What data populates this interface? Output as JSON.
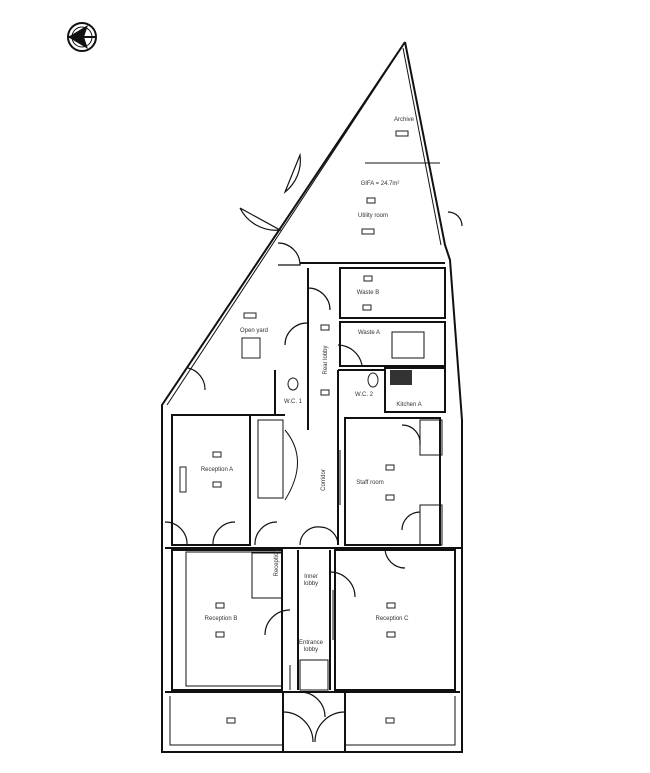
{
  "plan": {
    "gifa": "GIFA = 24.7m²",
    "rooms": {
      "archive": "Archive",
      "utility_room": "Utility room",
      "waste_b": "Waste B",
      "waste_a": "Waste A",
      "open_yard": "Open yard",
      "rear_lobby": "Rear lobby",
      "wc1": "W.C. 1",
      "wc2": "W.C. 2",
      "kitchen_a": "Kitchen A",
      "reception_a": "Reception A",
      "corridor": "Corridor",
      "staff_room": "Staff room",
      "reception": "Reception",
      "inner_lobby_1": "Inner",
      "inner_lobby_2": "lobby",
      "reception_b": "Reception B",
      "reception_c": "Reception C",
      "entrance_lobby_1": "Entrance",
      "entrance_lobby_2": "lobby"
    },
    "north_arrow_icon": "compass-icon",
    "line_color": "#111111"
  }
}
